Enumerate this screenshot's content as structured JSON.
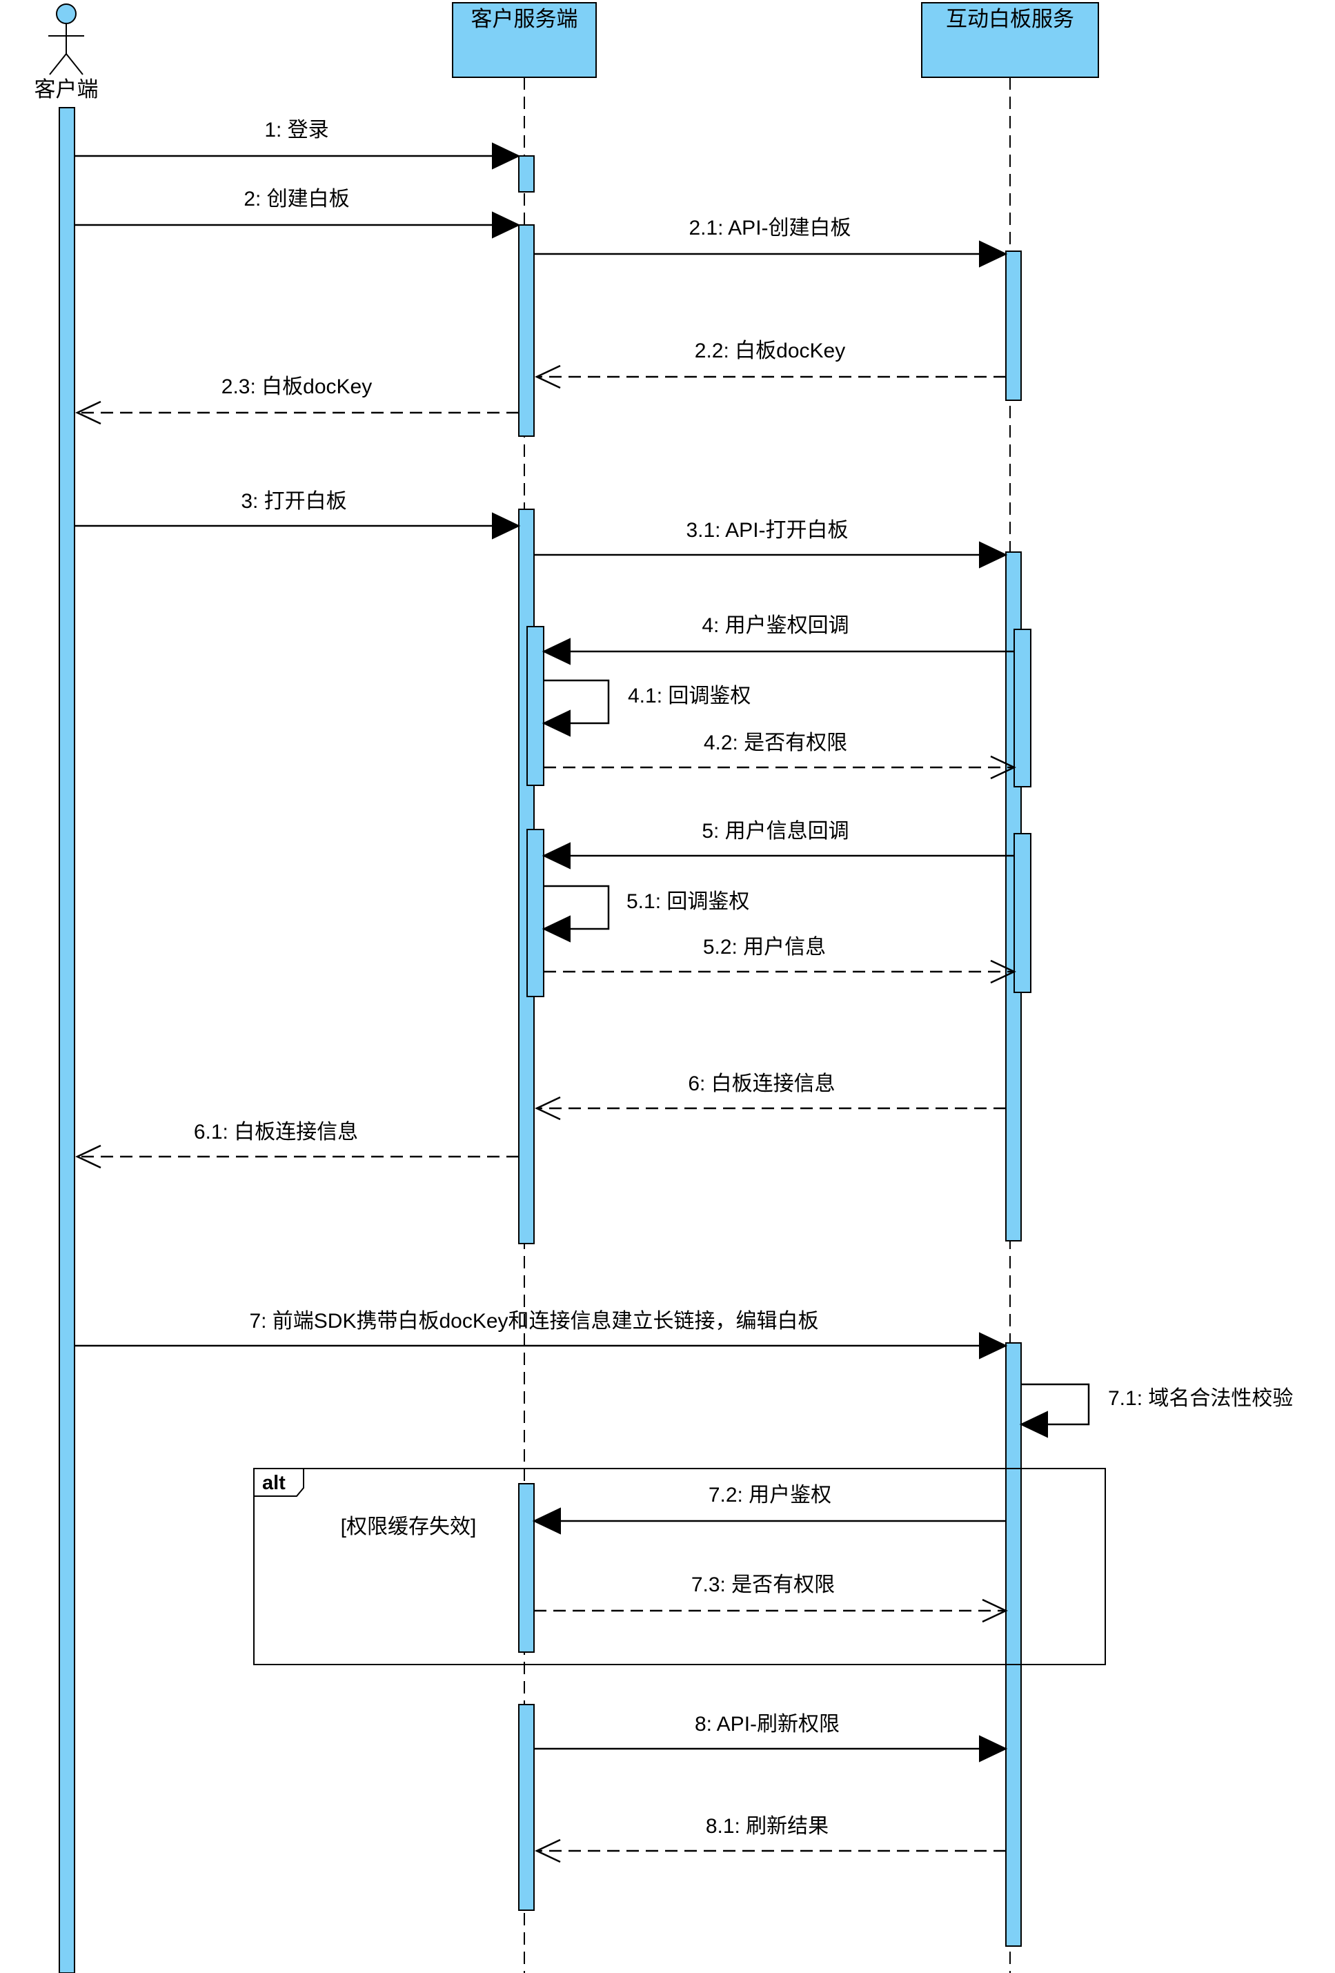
{
  "participants": {
    "actor": "客户端",
    "client_service": "客户服务端",
    "whiteboard_service": "互动白板服务"
  },
  "messages": [
    {
      "id": "m1",
      "label": "1: 登录",
      "kind": "call"
    },
    {
      "id": "m2",
      "label": "2: 创建白板",
      "kind": "call"
    },
    {
      "id": "m2_1",
      "label": "2.1: API-创建白板",
      "kind": "call"
    },
    {
      "id": "m2_2",
      "label": "2.2: 白板docKey",
      "kind": "reply"
    },
    {
      "id": "m2_3",
      "label": "2.3: 白板docKey",
      "kind": "reply"
    },
    {
      "id": "m3",
      "label": "3: 打开白板",
      "kind": "call"
    },
    {
      "id": "m3_1",
      "label": "3.1: API-打开白板",
      "kind": "call"
    },
    {
      "id": "m4",
      "label": "4: 用户鉴权回调",
      "kind": "call"
    },
    {
      "id": "m4_1",
      "label": "4.1: 回调鉴权",
      "kind": "self"
    },
    {
      "id": "m4_2",
      "label": "4.2: 是否有权限",
      "kind": "reply"
    },
    {
      "id": "m5",
      "label": "5: 用户信息回调",
      "kind": "call"
    },
    {
      "id": "m5_1",
      "label": "5.1: 回调鉴权",
      "kind": "self"
    },
    {
      "id": "m5_2",
      "label": "5.2: 用户信息",
      "kind": "reply"
    },
    {
      "id": "m6",
      "label": "6: 白板连接信息",
      "kind": "reply"
    },
    {
      "id": "m6_1",
      "label": "6.1: 白板连接信息",
      "kind": "reply"
    },
    {
      "id": "m7",
      "label": "7: 前端SDK携带白板docKey和连接信息建立长链接，编辑白板",
      "kind": "call"
    },
    {
      "id": "m7_1",
      "label": "7.1: 域名合法性校验",
      "kind": "self"
    },
    {
      "id": "m7_2",
      "label": "7.2: 用户鉴权",
      "kind": "call"
    },
    {
      "id": "m7_3",
      "label": "7.3: 是否有权限",
      "kind": "reply"
    },
    {
      "id": "m8",
      "label": "8: API-刷新权限",
      "kind": "call"
    },
    {
      "id": "m8_1",
      "label": "8.1: 刷新结果",
      "kind": "reply"
    }
  ],
  "alt_fragment": {
    "operator": "alt",
    "guard": "[权限缓存失效]"
  },
  "colors": {
    "lifeline_fill": "#7fd0f7",
    "stroke": "#000000"
  }
}
